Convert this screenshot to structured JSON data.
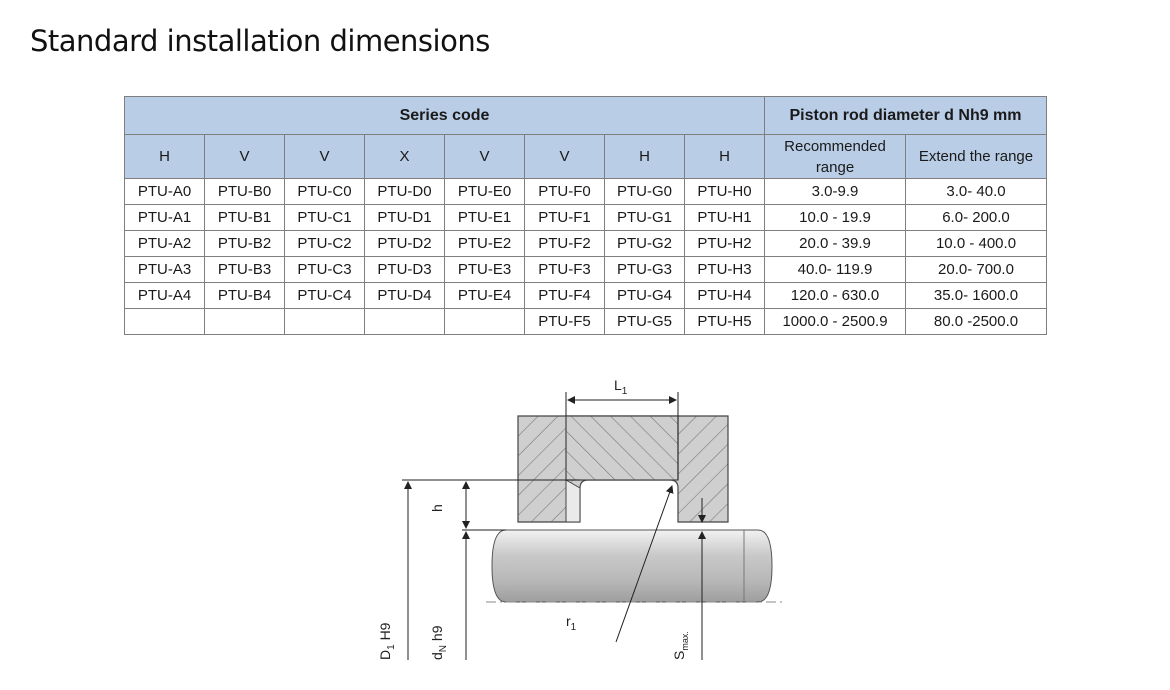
{
  "title": "Standard installation dimensions",
  "table": {
    "group_headers": [
      "Series code",
      "Piston rod diameter d Nh9 mm"
    ],
    "sub_headers": [
      "H",
      "V",
      "V",
      "X",
      "V",
      "V",
      "H",
      "H",
      "Recommended range",
      "Extend the range"
    ],
    "rows": [
      [
        "PTU-A0",
        "PTU-B0",
        "PTU-C0",
        "PTU-D0",
        "PTU-E0",
        "PTU-F0",
        "PTU-G0",
        "PTU-H0",
        "3.0-9.9",
        "3.0- 40.0"
      ],
      [
        "PTU-A1",
        "PTU-B1",
        "PTU-C1",
        "PTU-D1",
        "PTU-E1",
        "PTU-F1",
        "PTU-G1",
        "PTU-H1",
        "10.0 - 19.9",
        "6.0- 200.0"
      ],
      [
        "PTU-A2",
        "PTU-B2",
        "PTU-C2",
        "PTU-D2",
        "PTU-E2",
        "PTU-F2",
        "PTU-G2",
        "PTU-H2",
        "20.0 - 39.9",
        "10.0 - 400.0"
      ],
      [
        "PTU-A3",
        "PTU-B3",
        "PTU-C3",
        "PTU-D3",
        "PTU-E3",
        "PTU-F3",
        "PTU-G3",
        "PTU-H3",
        "40.0- 119.9",
        "20.0- 700.0"
      ],
      [
        "PTU-A4",
        "PTU-B4",
        "PTU-C4",
        "PTU-D4",
        "PTU-E4",
        "PTU-F4",
        "PTU-G4",
        "PTU-H4",
        "120.0 - 630.0",
        "35.0- 1600.0"
      ],
      [
        "",
        "",
        "",
        "",
        "",
        "PTU-F5",
        "PTU-G5",
        "PTU-H5",
        "1000.0 - 2500.9",
        "80.0 -2500.0"
      ]
    ]
  },
  "diagram": {
    "labels": {
      "l1": "L",
      "l1_sub": "1",
      "h": "h",
      "r1": "r",
      "r1_sub": "1",
      "d1": "D",
      "d1_sub": "1",
      "d1_suffix": " H9",
      "dn": "d",
      "dn_sub": "N",
      "dn_suffix": " h9",
      "smax": "S",
      "smax_sub": "max."
    }
  }
}
